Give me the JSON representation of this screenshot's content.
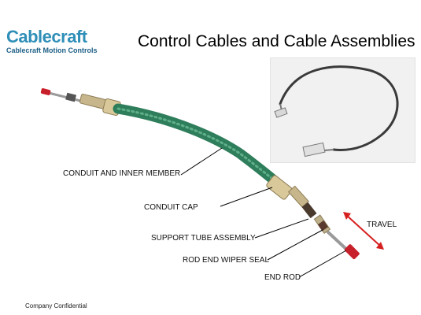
{
  "logo": {
    "brand": "Cablecraft",
    "subtitle": "Cablecraft Motion Controls"
  },
  "title": "Control Cables and Cable Assemblies",
  "labels": {
    "conduit_inner_member": "CONDUIT AND INNER MEMBER",
    "conduit_cap": "CONDUIT CAP",
    "support_tube_assembly": "SUPPORT TUBE ASSEMBLY",
    "rod_end_wiper_seal": "ROD END WIPER SEAL",
    "end_rod": "END ROD",
    "travel": "TRAVEL"
  },
  "footer": "Company Confidential",
  "colors": {
    "conduit": "#2e7d5b",
    "travel_arrow": "#d62020",
    "rod_tip": "#c8202a",
    "logo": "#2f8fb8"
  }
}
